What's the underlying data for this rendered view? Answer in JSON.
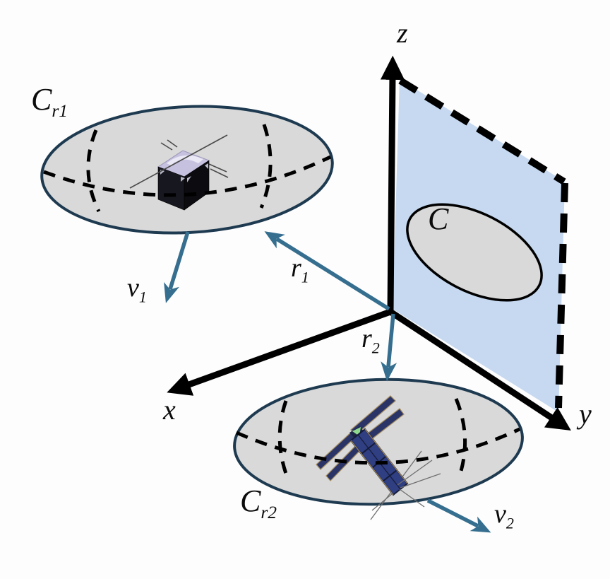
{
  "labels": {
    "axis_z": "z",
    "axis_x": "x",
    "axis_y": "y",
    "plane_region": {
      "base": "C"
    },
    "disk1": {
      "base": "C",
      "sub": "r1"
    },
    "disk2": {
      "base": "C",
      "sub": "r2"
    },
    "vec_r1": {
      "base": "r",
      "sub": "1"
    },
    "vec_r2": {
      "base": "r",
      "sub": "2"
    },
    "vec_v1": {
      "base": "v",
      "sub": "1"
    },
    "vec_v2": {
      "base": "v",
      "sub": "2"
    }
  },
  "colors": {
    "bg": "#fdfdfd",
    "axis": "#000000",
    "vec": "#356e8e",
    "plane_fill": "#c6d9f1",
    "disk_fill": "#d9d9d9",
    "disk_stroke": "#1e3a50",
    "dash": "#000000"
  }
}
